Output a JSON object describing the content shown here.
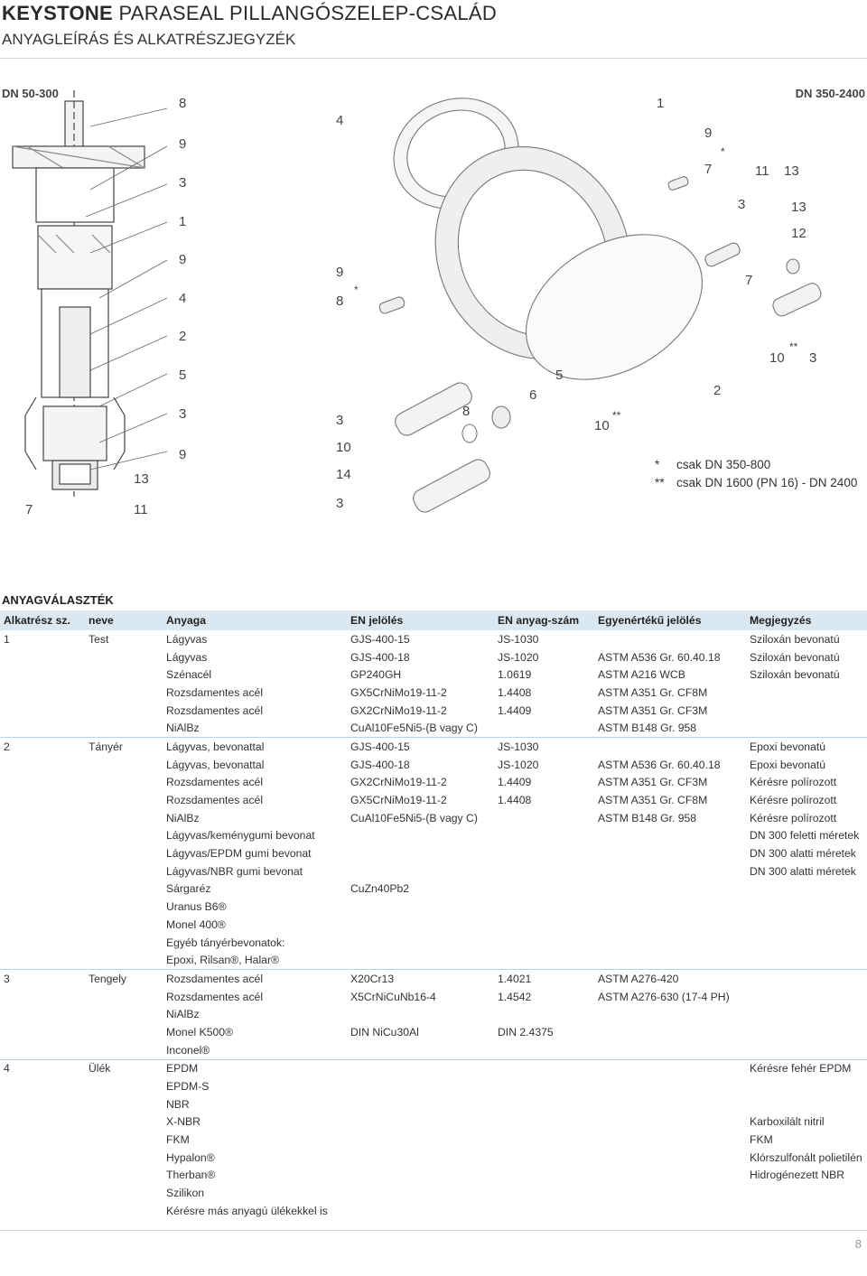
{
  "header": {
    "brand": "KEYSTONE",
    "title": "PARASEAL PILLANGÓSZELEP-CSALÁD",
    "subtitle": "ANYAGLEÍRÁS ÉS ALKATRÉSZJEGYZÉK"
  },
  "drawing": {
    "left_label": "DN 50-300",
    "right_label": "DN 350-2400",
    "callouts_left": [
      "8",
      "9",
      "3",
      "1",
      "9",
      "4",
      "2",
      "5",
      "3",
      "9",
      "13",
      "11",
      "7"
    ],
    "callouts_mid": [
      "4",
      "9",
      "8",
      "*",
      "3",
      "10",
      "14",
      "3",
      "8",
      "6",
      "5",
      "10",
      "**"
    ],
    "callouts_right": [
      "1",
      "9",
      "7",
      "*",
      "11",
      "13",
      "3",
      "13",
      "12",
      "7",
      "10",
      "**",
      "3",
      "2"
    ],
    "notes": [
      {
        "mark": "*",
        "text": "csak DN 350-800"
      },
      {
        "mark": "**",
        "text": "csak DN 1600 (PN 16) - DN 2400"
      }
    ]
  },
  "section_title": "ANYAGVÁLASZTÉK",
  "table": {
    "headers": [
      "Alkatrész sz.",
      "neve",
      "Anyaga",
      "EN jelölés",
      "EN anyag-szám",
      "Egyenértékű jelölés",
      "Megjegyzés"
    ],
    "rows": [
      [
        "1",
        "Test",
        "Lágyvas",
        "GJS-400-15",
        "JS-1030",
        "",
        "Sziloxán bevonatú"
      ],
      [
        "",
        "",
        "Lágyvas",
        "GJS-400-18",
        "JS-1020",
        "ASTM A536 Gr. 60.40.18",
        "Sziloxán bevonatú"
      ],
      [
        "",
        "",
        "Szénacél",
        "GP240GH",
        "1.0619",
        "ASTM A216 WCB",
        "Sziloxán bevonatú"
      ],
      [
        "",
        "",
        "Rozsdamentes acél",
        "GX5CrNiMo19-11-2",
        "1.4408",
        "ASTM A351 Gr. CF8M",
        ""
      ],
      [
        "",
        "",
        "Rozsdamentes acél",
        "GX2CrNiMo19-11-2",
        "1.4409",
        "ASTM A351 Gr. CF3M",
        ""
      ],
      [
        "",
        "",
        "NiAlBz",
        "CuAl10Fe5Ni5-(B vagy C)",
        "",
        "ASTM B148 Gr. 958",
        ""
      ],
      [
        "2",
        "Tányér",
        "Lágyvas, bevonattal",
        "GJS-400-15",
        "JS-1030",
        "",
        "Epoxi bevonatú"
      ],
      [
        "",
        "",
        "Lágyvas, bevonattal",
        "GJS-400-18",
        "JS-1020",
        "ASTM A536 Gr. 60.40.18",
        "Epoxi bevonatú"
      ],
      [
        "",
        "",
        "Rozsdamentes acél",
        "GX2CrNiMo19-11-2",
        "1.4409",
        "ASTM A351 Gr. CF3M",
        "Kérésre polírozott"
      ],
      [
        "",
        "",
        "Rozsdamentes acél",
        "GX5CrNiMo19-11-2",
        "1.4408",
        "ASTM A351 Gr. CF8M",
        "Kérésre polírozott"
      ],
      [
        "",
        "",
        "NiAlBz",
        "CuAl10Fe5Ni5-(B vagy C)",
        "",
        "ASTM B148 Gr. 958",
        "Kérésre polírozott"
      ],
      [
        "",
        "",
        "Lágyvas/keménygumi bevonat",
        "",
        "",
        "",
        "DN 300 feletti méretek"
      ],
      [
        "",
        "",
        "Lágyvas/EPDM gumi bevonat",
        "",
        "",
        "",
        "DN 300 alatti méretek"
      ],
      [
        "",
        "",
        "Lágyvas/NBR gumi bevonat",
        "",
        "",
        "",
        "DN 300 alatti méretek"
      ],
      [
        "",
        "",
        "Sárgaréz",
        "CuZn40Pb2",
        "",
        "",
        ""
      ],
      [
        "",
        "",
        "Uranus B6®",
        "",
        "",
        "",
        ""
      ],
      [
        "",
        "",
        "Monel 400®",
        "",
        "",
        "",
        ""
      ],
      [
        "",
        "",
        "Egyéb tányérbevonatok:",
        "",
        "",
        "",
        ""
      ],
      [
        "",
        "",
        "Epoxi, Rilsan®, Halar®",
        "",
        "",
        "",
        ""
      ],
      [
        "3",
        "Tengely",
        "Rozsdamentes acél",
        "X20Cr13",
        "1.4021",
        "ASTM A276-420",
        ""
      ],
      [
        "",
        "",
        "Rozsdamentes acél",
        "X5CrNiCuNb16-4",
        "1.4542",
        "ASTM A276-630 (17-4 PH)",
        ""
      ],
      [
        "",
        "",
        "NiAlBz",
        "",
        "",
        "",
        ""
      ],
      [
        "",
        "",
        "Monel K500®",
        "DIN NiCu30Al",
        "DIN 2.4375",
        "",
        ""
      ],
      [
        "",
        "",
        "Inconel®",
        "",
        "",
        "",
        ""
      ],
      [
        "4",
        "Ülék",
        "EPDM",
        "",
        "",
        "",
        "Kérésre fehér EPDM"
      ],
      [
        "",
        "",
        "EPDM-S",
        "",
        "",
        "",
        ""
      ],
      [
        "",
        "",
        "NBR",
        "",
        "",
        "",
        ""
      ],
      [
        "",
        "",
        "X-NBR",
        "",
        "",
        "",
        "Karboxilált nitril"
      ],
      [
        "",
        "",
        "FKM",
        "",
        "",
        "",
        "FKM"
      ],
      [
        "",
        "",
        "Hypalon®",
        "",
        "",
        "",
        "Klórszulfonált polietilén"
      ],
      [
        "",
        "",
        "Therban®",
        "",
        "",
        "",
        "Hidrogénezett NBR"
      ],
      [
        "",
        "",
        "Szilikon",
        "",
        "",
        "",
        ""
      ],
      [
        "",
        "",
        "Kérésre más anyagú ülékekkel is",
        "",
        "",
        "",
        ""
      ]
    ]
  },
  "page_number": "8"
}
